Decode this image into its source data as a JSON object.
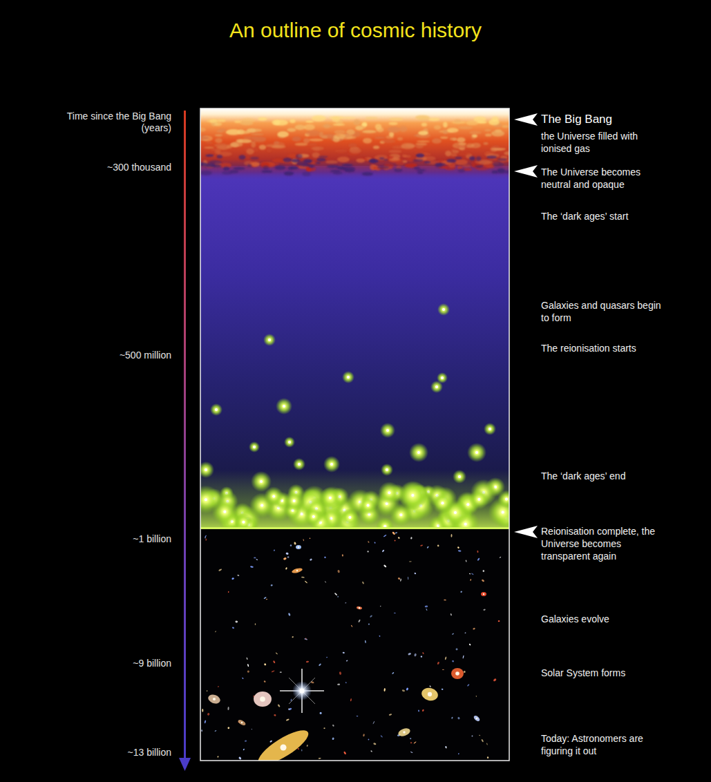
{
  "diagram": {
    "title": "An outline of cosmic history",
    "labels": [
      "Time since the Big Bang (years)",
      "The Big Bang",
      "the Universe filled with ionised gas",
      "~300 thousand",
      "The Universe becomes neutral and opaque",
      "The ‘dark ages’ start",
      "Galaxies and quasars begin to form",
      "~500 million",
      "The reionisation starts",
      "The ‘dark ages’ end",
      "~1 billion",
      "Reionisation complete, the Universe becomes transparent again",
      "Galaxies evolve",
      "~9 billion",
      "Solar System forms",
      "~13 billion",
      "Today: Astronomers are figuring it out"
    ]
  }
}
